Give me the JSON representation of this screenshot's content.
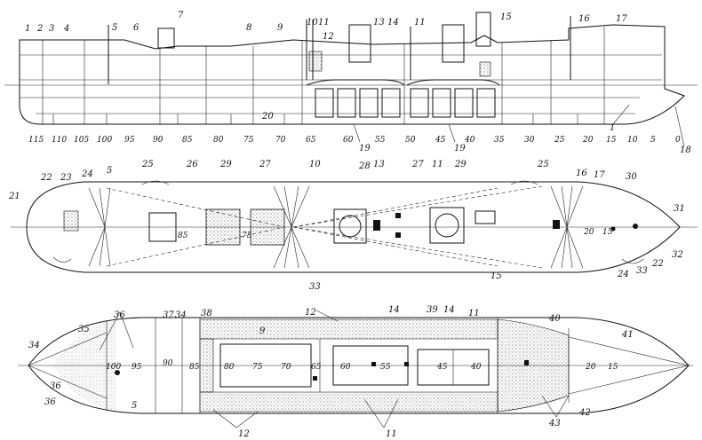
{
  "views": {
    "profile": {
      "part_labels": [
        "1",
        "2",
        "3",
        "4",
        "5",
        "6",
        "7",
        "8",
        "9",
        "10",
        "11",
        "12",
        "13",
        "14",
        "11",
        "15",
        "16",
        "17",
        "18",
        "19",
        "19",
        "20",
        "1"
      ],
      "frame_numbers": [
        "115",
        "110",
        "105",
        "100",
        "95",
        "90",
        "85",
        "80",
        "75",
        "70",
        "65",
        "60",
        "55",
        "50",
        "45",
        "40",
        "35",
        "30",
        "25",
        "20",
        "15",
        "10",
        "5",
        "0"
      ]
    },
    "deck_plan": {
      "part_labels": [
        "21",
        "22",
        "23",
        "24",
        "5",
        "25",
        "26",
        "29",
        "27",
        "10",
        "28",
        "13",
        "27",
        "11",
        "29",
        "25",
        "16",
        "17",
        "30",
        "31",
        "32",
        "22",
        "33",
        "24",
        "15",
        "33"
      ],
      "frame_numbers": [
        "85",
        "75",
        "20",
        "15"
      ]
    },
    "hold_plan": {
      "part_labels": [
        "34",
        "35",
        "36",
        "36",
        "37",
        "34",
        "38",
        "9",
        "12",
        "14",
        "39",
        "14",
        "11",
        "40",
        "41",
        "42",
        "43",
        "12",
        "11",
        "5",
        "36"
      ],
      "frame_numbers": [
        "100",
        "95",
        "90",
        "85",
        "80",
        "75",
        "70",
        "65",
        "60",
        "55",
        "45",
        "40",
        "20",
        "15"
      ]
    }
  },
  "colors": {
    "ink": "#111111",
    "stipple": "#6b6b6b",
    "paper": "#ffffff"
  }
}
